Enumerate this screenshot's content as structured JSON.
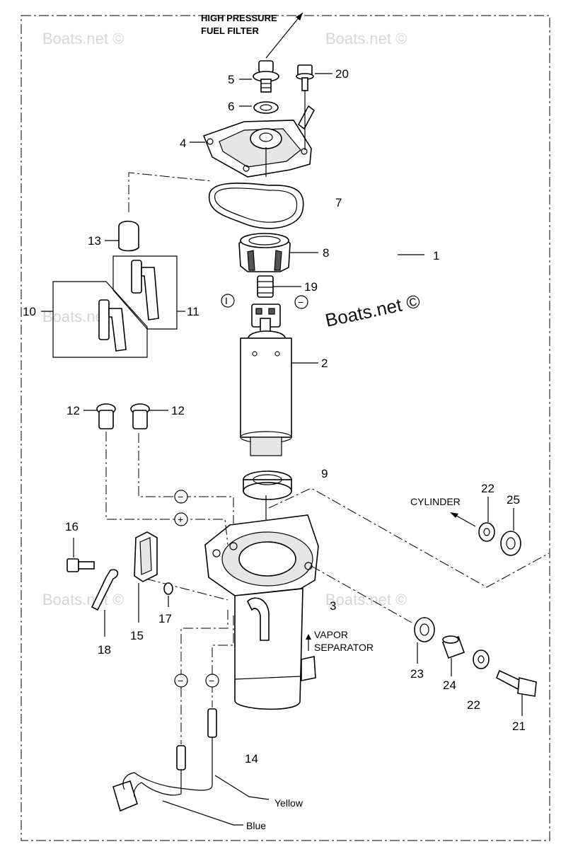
{
  "watermark": {
    "corner_text": "Boats.net ©",
    "main_text": "Boats.net ©"
  },
  "callouts": {
    "high_pressure_line1": "HIGH PRESSURE",
    "high_pressure_line2": "FUEL  FILTER",
    "cylinder": "CYLINDER",
    "vapor_line1": "VAPOR",
    "vapor_line2": "SEPARATOR",
    "yellow": "Yellow",
    "blue": "Blue"
  },
  "symbols": {
    "minus": "−",
    "plus": "+",
    "terminal_plus": "I",
    "terminal_minus": "−"
  },
  "parts": [
    {
      "id": "p1",
      "number": "1"
    },
    {
      "id": "p2",
      "number": "2"
    },
    {
      "id": "p3",
      "number": "3"
    },
    {
      "id": "p4",
      "number": "4"
    },
    {
      "id": "p5",
      "number": "5"
    },
    {
      "id": "p6",
      "number": "6"
    },
    {
      "id": "p7",
      "number": "7"
    },
    {
      "id": "p8",
      "number": "8"
    },
    {
      "id": "p9",
      "number": "9"
    },
    {
      "id": "p10",
      "number": "10"
    },
    {
      "id": "p11",
      "number": "11"
    },
    {
      "id": "p12a",
      "number": "12"
    },
    {
      "id": "p12b",
      "number": "12"
    },
    {
      "id": "p13",
      "number": "13"
    },
    {
      "id": "p14",
      "number": "14"
    },
    {
      "id": "p15",
      "number": "15"
    },
    {
      "id": "p16",
      "number": "16"
    },
    {
      "id": "p17",
      "number": "17"
    },
    {
      "id": "p18",
      "number": "18"
    },
    {
      "id": "p19",
      "number": "19"
    },
    {
      "id": "p20",
      "number": "20"
    },
    {
      "id": "p21",
      "number": "21"
    },
    {
      "id": "p22a",
      "number": "22"
    },
    {
      "id": "p22b",
      "number": "22"
    },
    {
      "id": "p23",
      "number": "23"
    },
    {
      "id": "p24",
      "number": "24"
    },
    {
      "id": "p25",
      "number": "25"
    }
  ]
}
